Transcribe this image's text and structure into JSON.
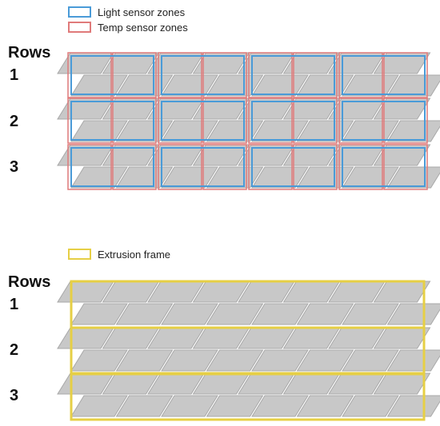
{
  "top_panel": {
    "legend": [
      {
        "label": "Light sensor zones",
        "color": "#4a9bd8"
      },
      {
        "label": "Temp sensor zones",
        "color": "#e07a7a"
      }
    ],
    "rows_title": "Rows",
    "row_labels": [
      "1",
      "2",
      "3"
    ]
  },
  "bottom_panel": {
    "legend": [
      {
        "label": "Extrusion frame",
        "color": "#e6cf45"
      }
    ],
    "rows_title": "Rows",
    "row_labels": [
      "1",
      "2",
      "3"
    ]
  },
  "colors": {
    "panel_fill": "#c8c8c8",
    "panel_stroke": "#a8a8a8",
    "light_zone": "#4a9bd8",
    "temp_zone": "#e07a7a",
    "frame": "#e6cf45"
  }
}
